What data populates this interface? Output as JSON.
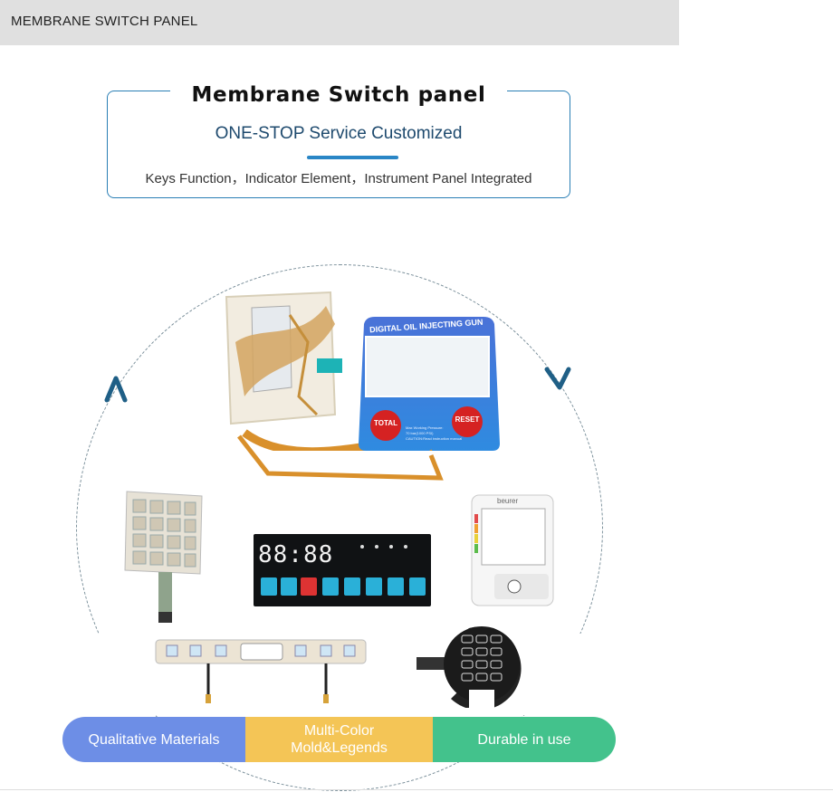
{
  "header_bar": {
    "title": "MEMBRANE SWITCH PANEL"
  },
  "banner": {
    "title": "Membrane Switch panel",
    "subtitle": "ONE-STOP Service Customized",
    "description": "Keys Function，Indicator Element，Instrument Panel Integrated"
  },
  "products": {
    "oil_gun_panel": {
      "heading": "DIGITAL OIL INJECTING GUN",
      "left_button": "TOTAL",
      "right_button": "RESET",
      "info_line1": "Max Working Pressure:",
      "info_line2": "70 bar(1000 PSI)",
      "info_line3": "CAUTION:Read instruction manual"
    },
    "led_panel": {
      "digits": "88:88"
    },
    "beurer_device": {
      "brand": "beurer"
    }
  },
  "features": [
    {
      "label": "Qualitative Materials",
      "color": "#6d8ee6"
    },
    {
      "label": "Multi-Color\nMold&Legends",
      "color": "#f4c556"
    },
    {
      "label": "Durable in use",
      "color": "#43c28c"
    }
  ]
}
